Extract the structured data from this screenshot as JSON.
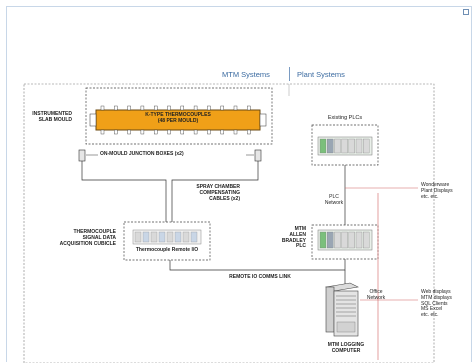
{
  "header": {
    "mtm_systems": "MTM Systems",
    "plant_systems": "Plant Systems"
  },
  "labels": {
    "thermocouples_line1": "K-TYPE THERMOCOUPLES",
    "thermocouples_line2": "(48 PER MOULD)",
    "slab_mould_line1": "INSTRUMENTED",
    "slab_mould_line2": "SLAB MOULD",
    "junction_boxes": "ON-MOULD JUNCTION BOXES (x2)",
    "spray_line1": "SPRAY CHAMBER",
    "spray_line2": "COMPENSATING",
    "spray_line3": "CABLES (x2)",
    "cubicle_line1": "THERMOCOUPLE",
    "cubicle_line2": "SIGNAL DATA",
    "cubicle_line3": "ACQUISITION CUBICLE",
    "remote_io": "Thermocouple Remote I/O",
    "existing_plcs": "Existing PLCs",
    "plc_network_line1": "PLC",
    "plc_network_line2": "Network",
    "mtm_plc_line1": "MTM",
    "mtm_plc_line2": "ALLEN",
    "mtm_plc_line3": "BRADLEY",
    "mtm_plc_line4": "PLC",
    "wonderware_line1": "Wonderware",
    "wonderware_line2": "Plant Displays",
    "wonderware_line3": "etc. etc.",
    "remote_io_link": "REMOTE IO COMMS LINK",
    "office_network_line1": "Office",
    "office_network_line2": "Network",
    "web_line1": "Web displays",
    "web_line2": "MTM displays",
    "web_line3": "SQL Clients",
    "web_line4": "MS Excel",
    "web_line5": "etc. etc.",
    "logging_line1": "MTM LOGGING",
    "logging_line2": "COMPUTER"
  },
  "colors": {
    "mould_bar": "#f0a018",
    "mould_border": "#6b4a10",
    "header_text": "#3a6aa0",
    "plant_line": "#d06060",
    "wire": "#333333"
  }
}
